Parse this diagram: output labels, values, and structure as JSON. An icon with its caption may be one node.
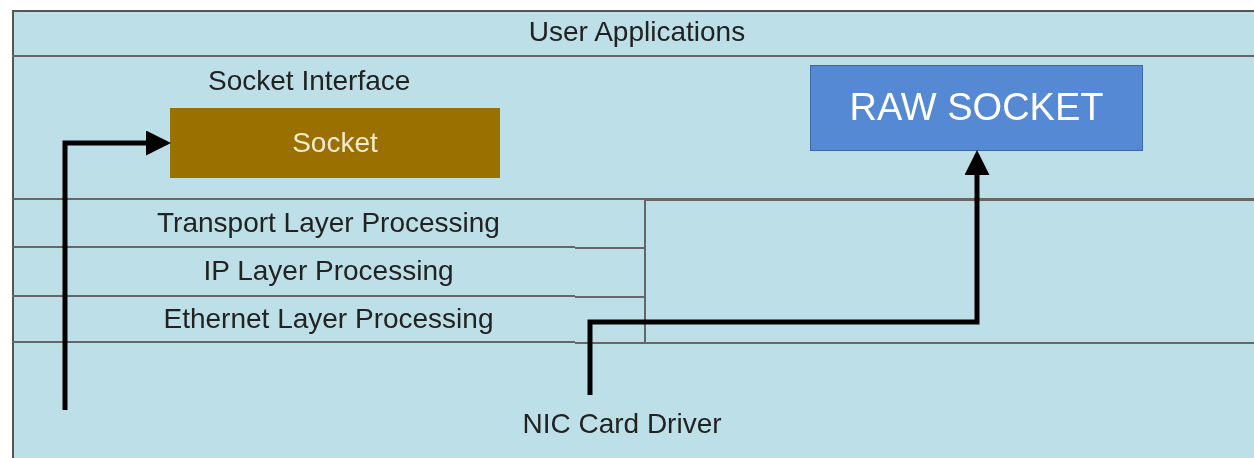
{
  "diagram": {
    "nodes": [
      {
        "text": [
          "User Applications"
        ]
      },
      {
        "text": [
          "Socket Interface"
        ]
      },
      {
        "text": [
          "Socket"
        ],
        "in": 1
      },
      {
        "text": [
          "RAW SOCKET"
        ],
        "in": 1
      },
      {
        "text": [
          "Transport Layer Processing"
        ]
      },
      {
        "text": [
          "IP Layer Processing"
        ]
      },
      {
        "text": [
          "Ethernet Layer Processing"
        ]
      },
      {
        "text": [
          "NIC Card Driver"
        ]
      }
    ],
    "edges": [
      {
        "from": null,
        "to": 2,
        "arrow": "to"
      },
      {
        "from": 7,
        "to": 3,
        "arrow": "to"
      }
    ]
  }
}
